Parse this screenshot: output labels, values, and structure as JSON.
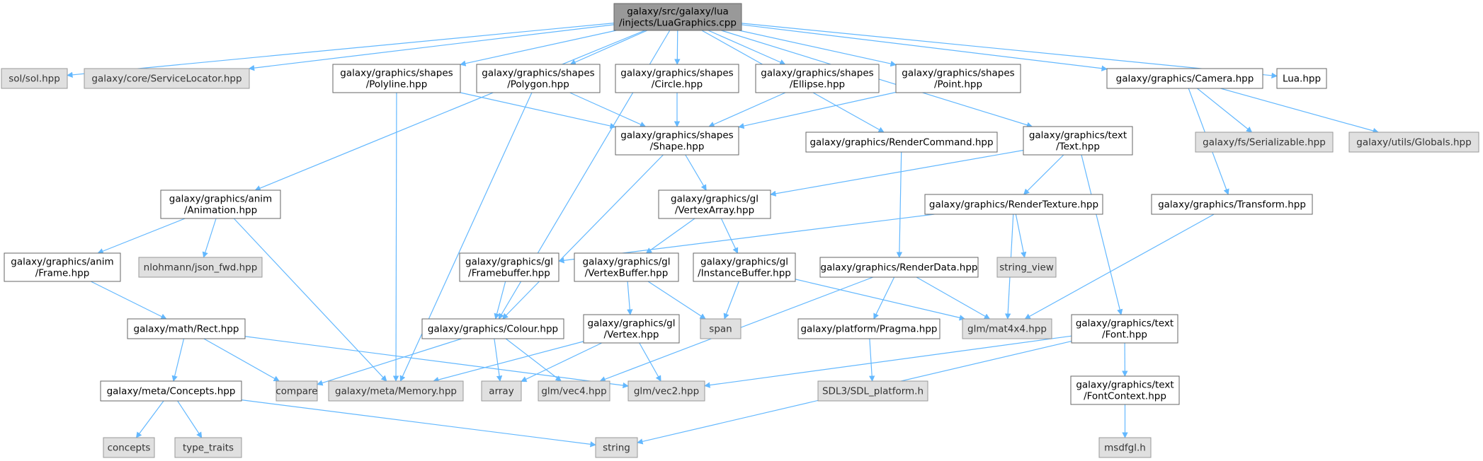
{
  "graph": {
    "colors": {
      "edge": "#63b8ff",
      "root_fill": "#999999",
      "file_fill": "#ffffff",
      "system_fill": "#e0e0e0"
    },
    "nodes": [
      {
        "id": "root",
        "lines": [
          "galaxy/src/galaxy/lua",
          "/injects/LuaGraphics.cpp"
        ],
        "kind": "root"
      },
      {
        "id": "sol",
        "lines": [
          "sol/sol.hpp"
        ],
        "kind": "sys"
      },
      {
        "id": "svcloc",
        "lines": [
          "galaxy/core/ServiceLocator.hpp"
        ],
        "kind": "sys"
      },
      {
        "id": "polyline",
        "lines": [
          "galaxy/graphics/shapes",
          "/Polyline.hpp"
        ],
        "kind": "file"
      },
      {
        "id": "polygon",
        "lines": [
          "galaxy/graphics/shapes",
          "/Polygon.hpp"
        ],
        "kind": "file"
      },
      {
        "id": "circle",
        "lines": [
          "galaxy/graphics/shapes",
          "/Circle.hpp"
        ],
        "kind": "file"
      },
      {
        "id": "ellipse",
        "lines": [
          "galaxy/graphics/shapes",
          "/Ellipse.hpp"
        ],
        "kind": "file"
      },
      {
        "id": "point",
        "lines": [
          "galaxy/graphics/shapes",
          "/Point.hpp"
        ],
        "kind": "file"
      },
      {
        "id": "camera",
        "lines": [
          "galaxy/graphics/Camera.hpp"
        ],
        "kind": "file"
      },
      {
        "id": "lua",
        "lines": [
          "Lua.hpp"
        ],
        "kind": "file"
      },
      {
        "id": "shape",
        "lines": [
          "galaxy/graphics/shapes",
          "/Shape.hpp"
        ],
        "kind": "file"
      },
      {
        "id": "rendercmd",
        "lines": [
          "galaxy/graphics/RenderCommand.hpp"
        ],
        "kind": "file"
      },
      {
        "id": "text",
        "lines": [
          "galaxy/graphics/text",
          "/Text.hpp"
        ],
        "kind": "file"
      },
      {
        "id": "serializable",
        "lines": [
          "galaxy/fs/Serializable.hpp"
        ],
        "kind": "sys"
      },
      {
        "id": "globals",
        "lines": [
          "galaxy/utils/Globals.hpp"
        ],
        "kind": "sys"
      },
      {
        "id": "animation",
        "lines": [
          "galaxy/graphics/anim",
          "/Animation.hpp"
        ],
        "kind": "file"
      },
      {
        "id": "vertexarray",
        "lines": [
          "galaxy/graphics/gl",
          "/VertexArray.hpp"
        ],
        "kind": "file"
      },
      {
        "id": "rendertexture",
        "lines": [
          "galaxy/graphics/RenderTexture.hpp"
        ],
        "kind": "file"
      },
      {
        "id": "transform",
        "lines": [
          "galaxy/graphics/Transform.hpp"
        ],
        "kind": "file"
      },
      {
        "id": "frame",
        "lines": [
          "galaxy/graphics/anim",
          "/Frame.hpp"
        ],
        "kind": "file"
      },
      {
        "id": "jsonfwd",
        "lines": [
          "nlohmann/json_fwd.hpp"
        ],
        "kind": "sys"
      },
      {
        "id": "framebuffer",
        "lines": [
          "galaxy/graphics/gl",
          "/Framebuffer.hpp"
        ],
        "kind": "file"
      },
      {
        "id": "vertexbuffer",
        "lines": [
          "galaxy/graphics/gl",
          "/VertexBuffer.hpp"
        ],
        "kind": "file"
      },
      {
        "id": "instancebuffer",
        "lines": [
          "galaxy/graphics/gl",
          "/InstanceBuffer.hpp"
        ],
        "kind": "file"
      },
      {
        "id": "renderdata",
        "lines": [
          "galaxy/graphics/RenderData.hpp"
        ],
        "kind": "file"
      },
      {
        "id": "stringview",
        "lines": [
          "string_view"
        ],
        "kind": "sys"
      },
      {
        "id": "rect",
        "lines": [
          "galaxy/math/Rect.hpp"
        ],
        "kind": "file"
      },
      {
        "id": "colour",
        "lines": [
          "galaxy/graphics/Colour.hpp"
        ],
        "kind": "file"
      },
      {
        "id": "vertex",
        "lines": [
          "galaxy/graphics/gl",
          "/Vertex.hpp"
        ],
        "kind": "file"
      },
      {
        "id": "span",
        "lines": [
          "span"
        ],
        "kind": "sys"
      },
      {
        "id": "pragma",
        "lines": [
          "galaxy/platform/Pragma.hpp"
        ],
        "kind": "file"
      },
      {
        "id": "mat4x4",
        "lines": [
          "glm/mat4x4.hpp"
        ],
        "kind": "sys"
      },
      {
        "id": "font",
        "lines": [
          "galaxy/graphics/text",
          "/Font.hpp"
        ],
        "kind": "file"
      },
      {
        "id": "concepts",
        "lines": [
          "galaxy/meta/Concepts.hpp"
        ],
        "kind": "file"
      },
      {
        "id": "compare",
        "lines": [
          "compare"
        ],
        "kind": "sys"
      },
      {
        "id": "memory",
        "lines": [
          "galaxy/meta/Memory.hpp"
        ],
        "kind": "sys"
      },
      {
        "id": "array",
        "lines": [
          "array"
        ],
        "kind": "sys"
      },
      {
        "id": "vec4",
        "lines": [
          "glm/vec4.hpp"
        ],
        "kind": "sys"
      },
      {
        "id": "vec2",
        "lines": [
          "glm/vec2.hpp"
        ],
        "kind": "sys"
      },
      {
        "id": "sdlplatform",
        "lines": [
          "SDL3/SDL_platform.h"
        ],
        "kind": "sys"
      },
      {
        "id": "fontcontext",
        "lines": [
          "galaxy/graphics/text",
          "/FontContext.hpp"
        ],
        "kind": "file"
      },
      {
        "id": "conceptsstd",
        "lines": [
          "concepts"
        ],
        "kind": "sys"
      },
      {
        "id": "typetraits",
        "lines": [
          "type_traits"
        ],
        "kind": "sys"
      },
      {
        "id": "string",
        "lines": [
          "string"
        ],
        "kind": "sys"
      },
      {
        "id": "msdfgl",
        "lines": [
          "msdfgl.h"
        ],
        "kind": "sys"
      }
    ],
    "edges": [
      [
        "root",
        "sol"
      ],
      [
        "root",
        "svcloc"
      ],
      [
        "root",
        "polyline"
      ],
      [
        "root",
        "polygon"
      ],
      [
        "root",
        "circle"
      ],
      [
        "root",
        "ellipse"
      ],
      [
        "root",
        "point"
      ],
      [
        "root",
        "camera"
      ],
      [
        "root",
        "lua"
      ],
      [
        "root",
        "animation"
      ],
      [
        "root",
        "colour"
      ],
      [
        "root",
        "rendercmd"
      ],
      [
        "root",
        "text"
      ],
      [
        "polyline",
        "shape"
      ],
      [
        "polyline",
        "memory"
      ],
      [
        "polygon",
        "shape"
      ],
      [
        "polygon",
        "memory"
      ],
      [
        "circle",
        "shape"
      ],
      [
        "ellipse",
        "shape"
      ],
      [
        "point",
        "shape"
      ],
      [
        "shape",
        "vertexarray"
      ],
      [
        "shape",
        "colour"
      ],
      [
        "camera",
        "serializable"
      ],
      [
        "camera",
        "globals"
      ],
      [
        "camera",
        "transform"
      ],
      [
        "text",
        "vertexarray"
      ],
      [
        "text",
        "rendertexture"
      ],
      [
        "text",
        "font"
      ],
      [
        "rendercmd",
        "renderdata"
      ],
      [
        "animation",
        "frame"
      ],
      [
        "animation",
        "jsonfwd"
      ],
      [
        "animation",
        "memory"
      ],
      [
        "frame",
        "rect"
      ],
      [
        "vertexarray",
        "vertexbuffer"
      ],
      [
        "vertexarray",
        "instancebuffer"
      ],
      [
        "rendertexture",
        "framebuffer"
      ],
      [
        "rendertexture",
        "stringview"
      ],
      [
        "rendertexture",
        "mat4x4"
      ],
      [
        "transform",
        "mat4x4"
      ],
      [
        "framebuffer",
        "colour"
      ],
      [
        "vertexbuffer",
        "vertex"
      ],
      [
        "vertexbuffer",
        "span"
      ],
      [
        "instancebuffer",
        "span"
      ],
      [
        "instancebuffer",
        "mat4x4"
      ],
      [
        "renderdata",
        "mat4x4"
      ],
      [
        "renderdata",
        "pragma"
      ],
      [
        "renderdata",
        "vec4"
      ],
      [
        "rect",
        "concepts"
      ],
      [
        "rect",
        "compare"
      ],
      [
        "rect",
        "vec2"
      ],
      [
        "colour",
        "compare"
      ],
      [
        "colour",
        "array"
      ],
      [
        "colour",
        "vec4"
      ],
      [
        "vertex",
        "memory"
      ],
      [
        "vertex",
        "array"
      ],
      [
        "vertex",
        "vec2"
      ],
      [
        "pragma",
        "sdlplatform"
      ],
      [
        "font",
        "vec2"
      ],
      [
        "font",
        "fontcontext"
      ],
      [
        "font",
        "string"
      ],
      [
        "concepts",
        "conceptsstd"
      ],
      [
        "concepts",
        "typetraits"
      ],
      [
        "concepts",
        "string"
      ],
      [
        "fontcontext",
        "msdfgl"
      ]
    ]
  }
}
